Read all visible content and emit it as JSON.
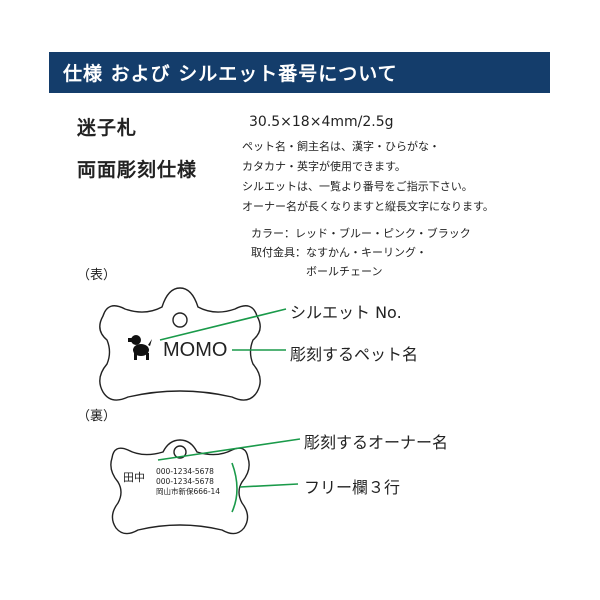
{
  "header": {
    "title": "仕様 および シルエット番号について"
  },
  "spec": {
    "name": "迷子札",
    "dimensions": "30.5×18×4mm/2.5g",
    "engraving": "両面彫刻仕様",
    "description": [
      "ペット名・飼主名は、漢字・ひらがな・",
      "カタカナ・英字が使用できます。",
      "シルエットは、一覧より番号をご指示下さい。",
      "オーナー名が長くなりますと縦長文字になります。"
    ],
    "options": [
      "カラー：レッド・ブルー・ピンク・ブラック",
      "取付金具：なすかん・キーリング・",
      "　　　　　ボールチェーン"
    ]
  },
  "front": {
    "side_label": "（表）",
    "pet_name": "MOMO",
    "annotations": {
      "silhouette": "シルエット No.",
      "pet_name": "彫刻するペット名"
    }
  },
  "back": {
    "side_label": "（裏）",
    "owner_name": "田中",
    "lines": [
      "000-1234-5678",
      "000-1234-5678",
      "岡山市新保666-14"
    ],
    "annotations": {
      "owner_name": "彫刻するオーナー名",
      "free_lines": "フリー欄３行"
    }
  },
  "colors": {
    "header_bg": "#143d6b",
    "leader_line": "#1a9a4a"
  }
}
